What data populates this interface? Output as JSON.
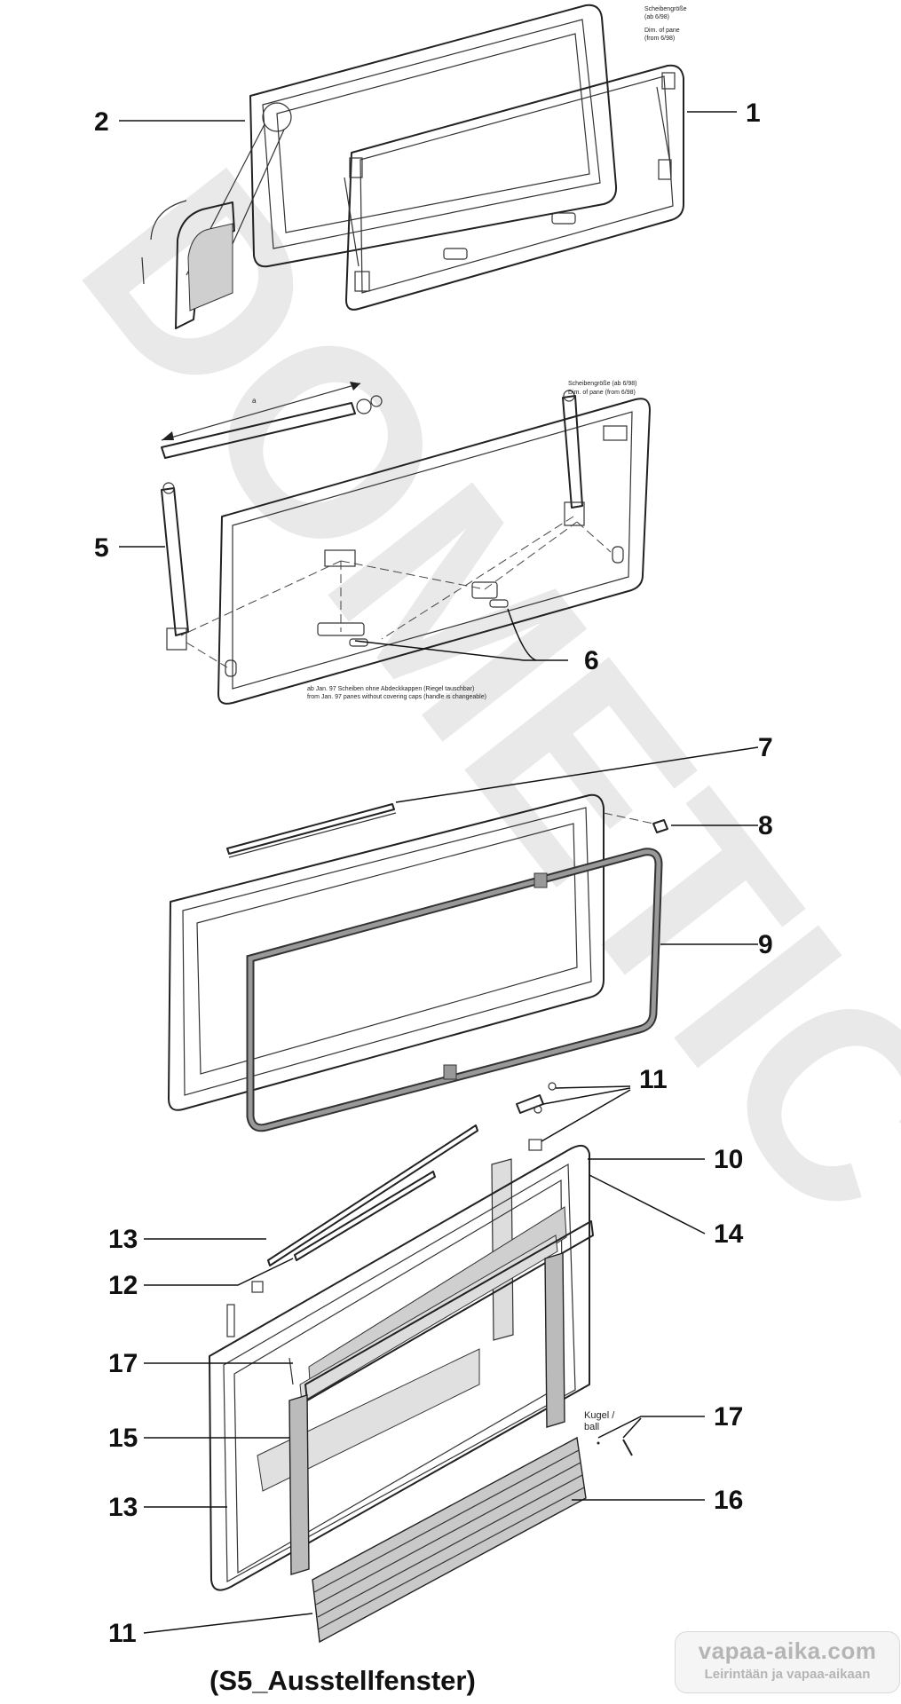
{
  "watermark": "DOMETIC",
  "callouts": [
    {
      "id": "1",
      "label": "1"
    },
    {
      "id": "2",
      "label": "2"
    },
    {
      "id": "5",
      "label": "5"
    },
    {
      "id": "6",
      "label": "6"
    },
    {
      "id": "7",
      "label": "7"
    },
    {
      "id": "8",
      "label": "8"
    },
    {
      "id": "9",
      "label": "9"
    },
    {
      "id": "11a",
      "label": "11"
    },
    {
      "id": "10",
      "label": "10"
    },
    {
      "id": "14",
      "label": "14"
    },
    {
      "id": "13a",
      "label": "13"
    },
    {
      "id": "12",
      "label": "12"
    },
    {
      "id": "17a",
      "label": "17"
    },
    {
      "id": "17b",
      "label": "17"
    },
    {
      "id": "15",
      "label": "15"
    },
    {
      "id": "13b",
      "label": "13"
    },
    {
      "id": "16",
      "label": "16"
    },
    {
      "id": "11b",
      "label": "11"
    }
  ],
  "annotations": {
    "pane_size_top": [
      "Scheibengröße",
      "(ab 6/98)",
      "Dim. of pane",
      "(from 6/98)"
    ],
    "pane_size_mid": [
      "Scheibengröße (ab 6/98)",
      "Dim. of pane (from 6/98)"
    ],
    "dimension_a": "a",
    "note_lines": [
      "ab Jan. 97 Scheiben ohne Abdeckkappen (Riegel tauschbar)",
      "from Jan. 97 panes without covering caps (handle is changeable)"
    ],
    "kugel": [
      "Kugel /",
      "ball"
    ]
  },
  "caption": "(S5_Ausstellfenster)",
  "logo": {
    "line1": "vapaa-aika.com",
    "line2": "Leirintään ja vapaa-aikaan"
  }
}
